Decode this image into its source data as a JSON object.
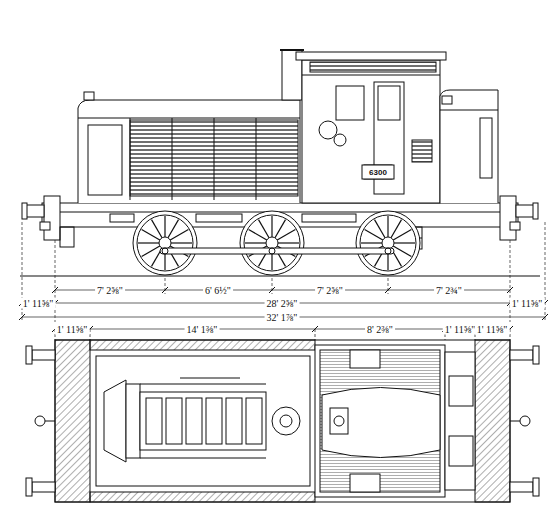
{
  "diagram": {
    "labels": [
      "6300",
      "7' 2⅝\"",
      "6' 6½\"",
      "7' 2⅝\"",
      "7' 2¾\"",
      "1' 11⅝\"",
      "28' 2⅝\"",
      "1' 11⅝\"",
      "32' 1⅞\"",
      "1' 11⅝\"",
      "14' 1⅜\"",
      "8' 2⅜\"",
      "1' 11⅝\"",
      "1' 11⅝\""
    ]
  }
}
